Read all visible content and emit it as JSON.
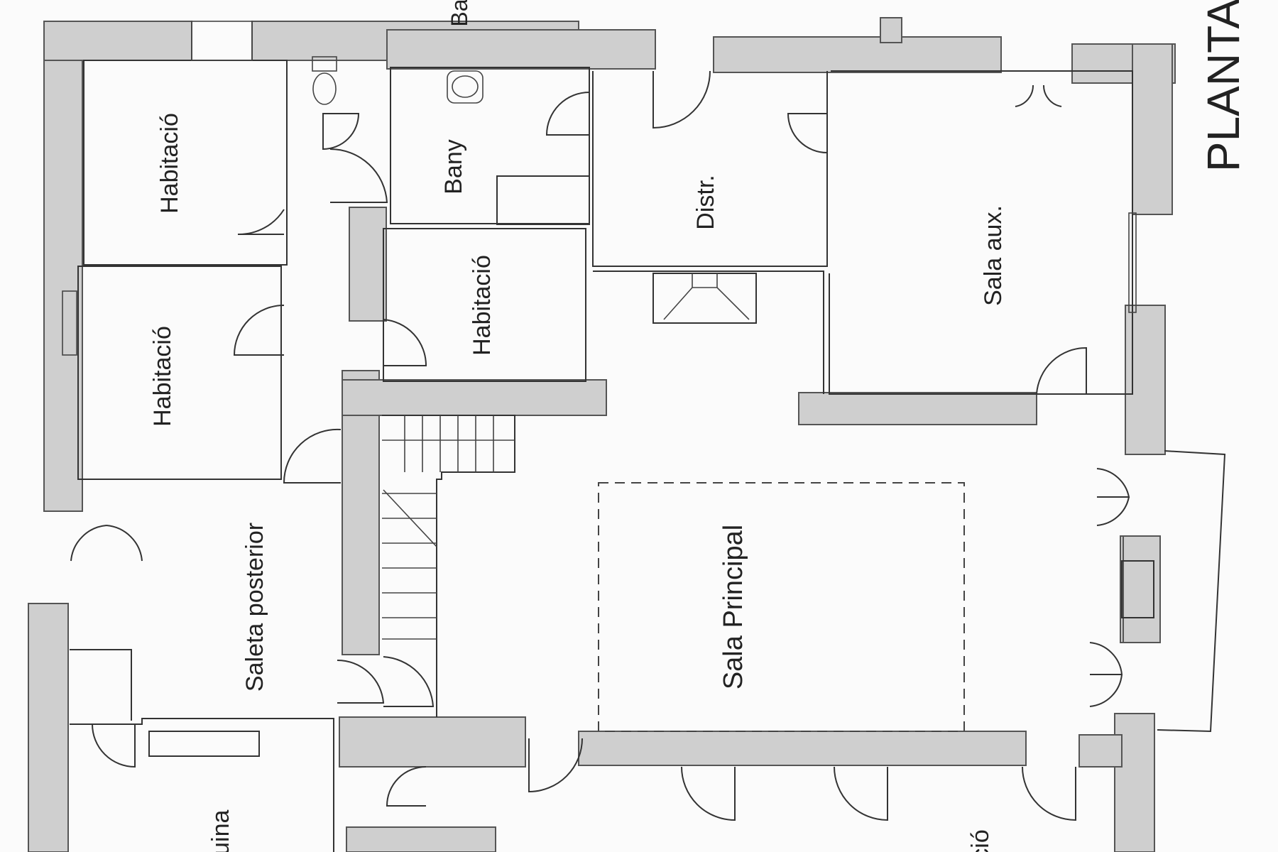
{
  "plan_title": "PLANTA",
  "rooms": {
    "habitacio_top": "Habitació",
    "habitacio_mid": "Habitació",
    "habitacio_center": "Habitació",
    "bany": "Bany",
    "bany_top": "Ba",
    "distr": "Distr.",
    "sala_aux": "Sala aux.",
    "saleta_posterior": "Saleta posterior",
    "sala_principal": "Sala Principal",
    "cuina": "Cuina",
    "habitacio_bottom": "ció"
  }
}
